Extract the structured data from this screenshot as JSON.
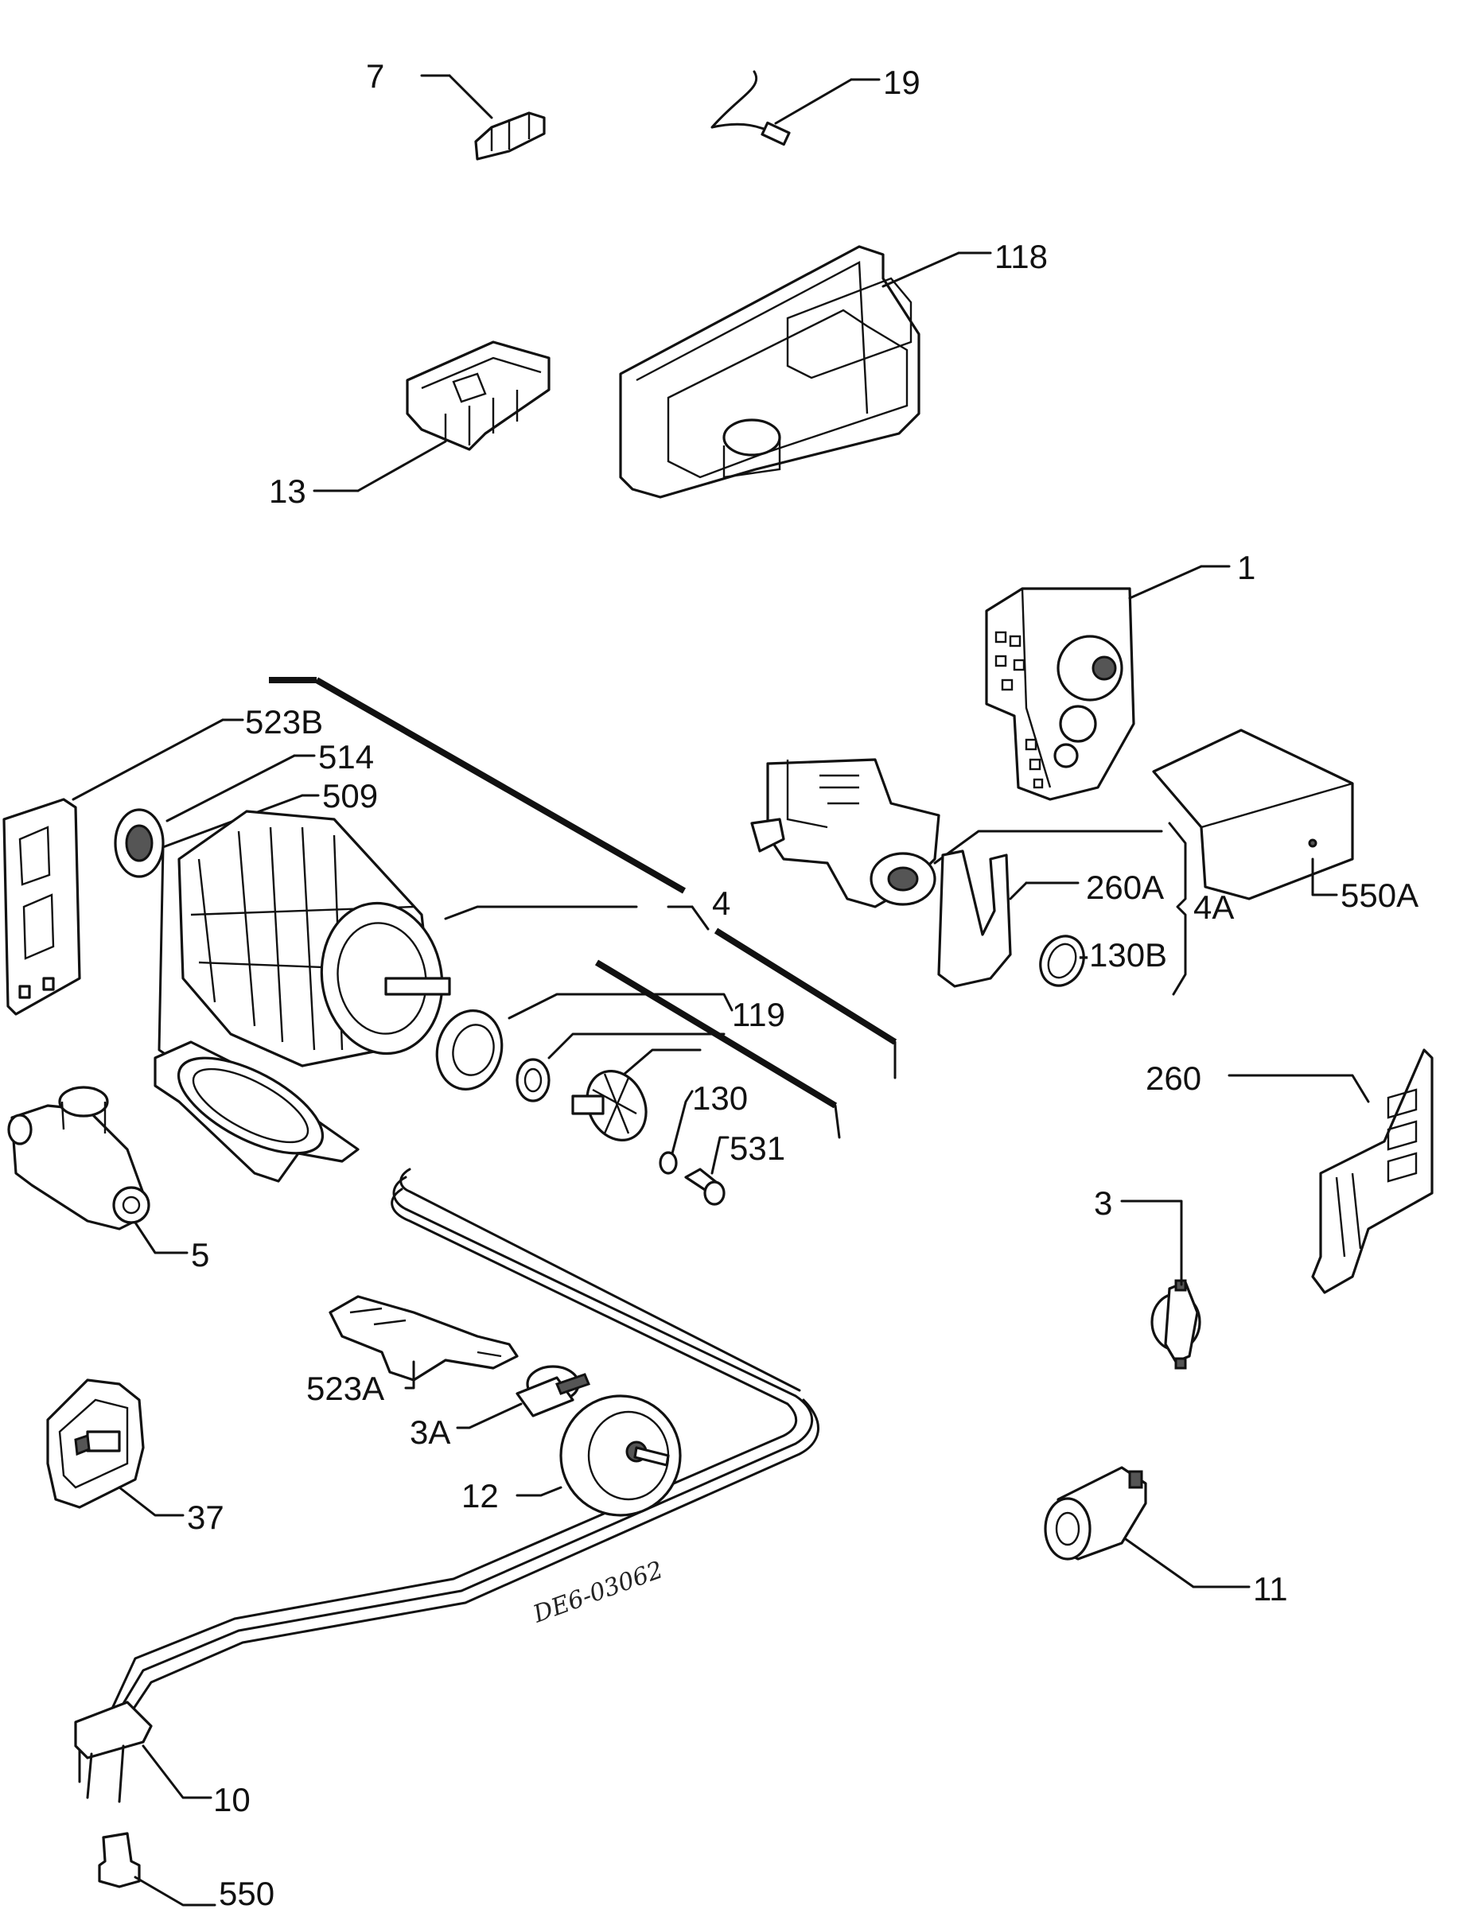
{
  "labels": {
    "p7": "7",
    "p19": "19",
    "p118": "118",
    "p13": "13",
    "p1": "1",
    "p523B": "523B",
    "p514": "514",
    "p509": "509",
    "p4": "4",
    "p260A": "260A",
    "p4A": "4A",
    "p550A": "550A",
    "p130B": "-130B",
    "p119": "119",
    "p130": "130",
    "p531": "531",
    "p260": "260",
    "p5": "5",
    "p3": "3",
    "p523A": "523A",
    "p3A": "3A",
    "p37": "37",
    "p12": "12",
    "p11": "11",
    "p10": "10",
    "p550": "550"
  },
  "drawing_code": "DE6-03062"
}
